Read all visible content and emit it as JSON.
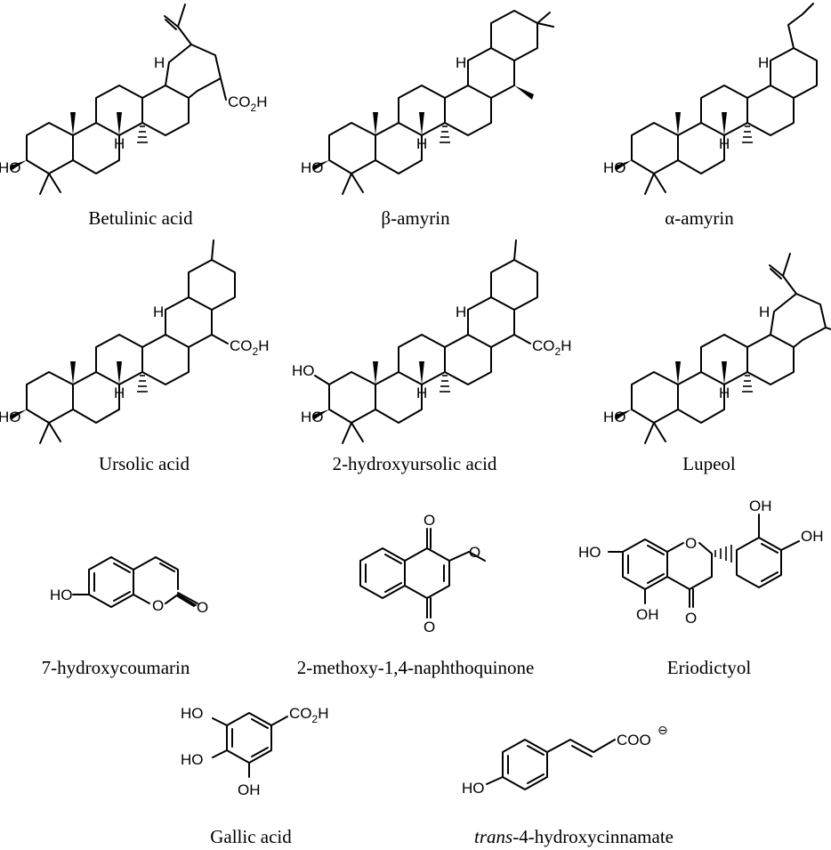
{
  "figure": {
    "compounds": [
      {
        "id": "betulinic-acid",
        "name": "Betulinic acid",
        "labels": {
          "hydroxyl": "HO",
          "hydrogen": "H",
          "acid": "CO",
          "acid_sub": "2",
          "acid_tail": "H"
        }
      },
      {
        "id": "beta-amyrin",
        "name": "β-amyrin",
        "labels": {
          "hydroxyl": "HO",
          "hydrogen": "H"
        }
      },
      {
        "id": "alpha-amyrin",
        "name": "α-amyrin",
        "labels": {
          "hydroxyl": "HO",
          "hydrogen": "H"
        }
      },
      {
        "id": "ursolic-acid",
        "name": "Ursolic acid",
        "labels": {
          "hydroxyl": "HO",
          "hydrogen": "H",
          "acid": "CO",
          "acid_sub": "2",
          "acid_tail": "H"
        }
      },
      {
        "id": "2-hydroxyursolic-acid",
        "name": "2-hydroxyursolic acid",
        "labels": {
          "hydroxyl": "HO",
          "hydroxyl2": "HO",
          "hydrogen": "H",
          "acid": "CO",
          "acid_sub": "2",
          "acid_tail": "H"
        }
      },
      {
        "id": "lupeol",
        "name": "Lupeol",
        "labels": {
          "hydroxyl": "HO",
          "hydrogen": "H"
        }
      },
      {
        "id": "7-hydroxycoumarin",
        "name": "7-hydroxycoumarin",
        "labels": {
          "hydroxyl": "HO",
          "ring_oxygen": "O",
          "carbonyl": "O"
        }
      },
      {
        "id": "2-methoxy-naphthoquinone",
        "name": "2-methoxy-1,4-naphthoquinone",
        "labels": {
          "carbonyl_top": "O",
          "carbonyl_bottom": "O",
          "ether": "O"
        }
      },
      {
        "id": "eriodictyol",
        "name": "Eriodictyol",
        "labels": {
          "hydroxyl_a": "OH",
          "hydroxyl_b": "OH",
          "hydroxyl_c": "HO",
          "hydroxyl_d": "OH",
          "ring_oxygen": "O",
          "carbonyl": "O"
        }
      },
      {
        "id": "gallic-acid",
        "name": "Gallic acid",
        "labels": {
          "hydroxyl_a": "HO",
          "hydroxyl_b": "HO",
          "hydroxyl_c": "OH",
          "acid": "CO",
          "acid_sub": "2",
          "acid_tail": "H"
        }
      },
      {
        "id": "trans-4-hydroxycinnamate",
        "name_italic": "trans",
        "name_rest": "-4-hydroxycinnamate",
        "labels": {
          "hydroxyl": "HO",
          "carboxylate": "COO",
          "charge": "⊖"
        }
      }
    ]
  }
}
